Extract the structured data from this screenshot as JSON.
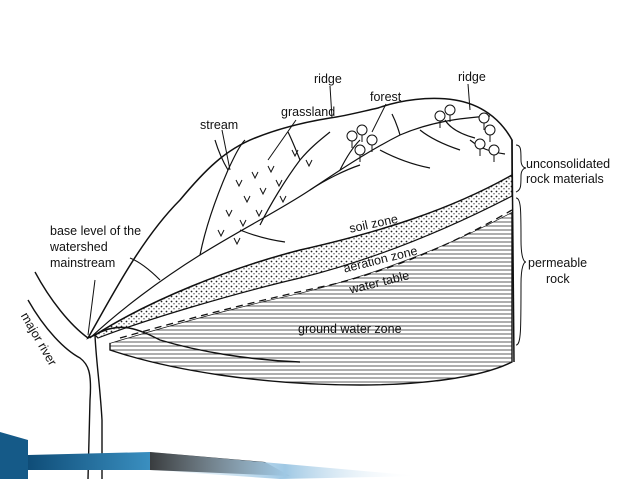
{
  "diagram": {
    "labels": {
      "ridge_left": "ridge",
      "ridge_right": "ridge",
      "forest": "forest",
      "grassland": "grassland",
      "stream": "stream",
      "unconsolidated_1": "unconsolidated",
      "unconsolidated_2": "rock materials",
      "base_level_1": "base level of the",
      "base_level_2": "watershed",
      "base_level_3": "mainstream",
      "soil_zone": "soil zone",
      "aeration_zone": "aeration zone",
      "water_table": "water table",
      "permeable_1": "permeable",
      "permeable_2": "rock",
      "major_river": "major river",
      "ground_water_zone": "ground water zone"
    }
  }
}
